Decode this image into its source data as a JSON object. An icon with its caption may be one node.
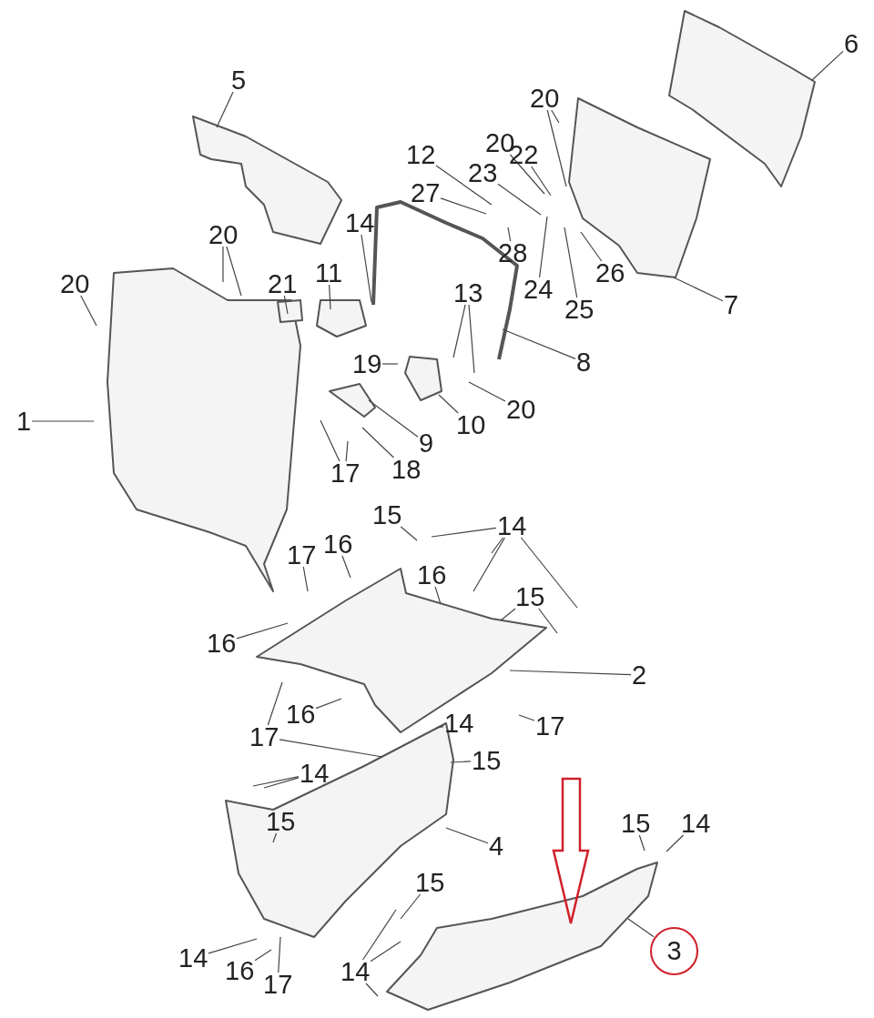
{
  "diagram": {
    "nodes": [
      {
        "text": [
          "5"
        ]
      },
      {
        "text": [
          "6"
        ]
      },
      {
        "text": [
          "20"
        ]
      },
      {
        "text": [
          "20"
        ]
      },
      {
        "text": [
          "22"
        ]
      },
      {
        "text": [
          "12"
        ]
      },
      {
        "text": [
          "23"
        ]
      },
      {
        "text": [
          "27"
        ]
      },
      {
        "text": [
          "14"
        ]
      },
      {
        "text": [
          "20"
        ]
      },
      {
        "text": [
          "28"
        ]
      },
      {
        "text": [
          "24"
        ]
      },
      {
        "text": [
          "26"
        ]
      },
      {
        "text": [
          "25"
        ]
      },
      {
        "text": [
          "7"
        ]
      },
      {
        "text": [
          "20"
        ]
      },
      {
        "text": [
          "21"
        ]
      },
      {
        "text": [
          "11"
        ]
      },
      {
        "text": [
          "13"
        ]
      },
      {
        "text": [
          "8"
        ]
      },
      {
        "text": [
          "19"
        ]
      },
      {
        "text": [
          "20"
        ]
      },
      {
        "text": [
          "1"
        ]
      },
      {
        "text": [
          "10"
        ]
      },
      {
        "text": [
          "9"
        ]
      },
      {
        "text": [
          "17"
        ]
      },
      {
        "text": [
          "18"
        ]
      },
      {
        "text": [
          "15"
        ]
      },
      {
        "text": [
          "14"
        ]
      },
      {
        "text": [
          "17"
        ]
      },
      {
        "text": [
          "16"
        ]
      },
      {
        "text": [
          "16"
        ]
      },
      {
        "text": [
          "15"
        ]
      },
      {
        "text": [
          "16"
        ]
      },
      {
        "text": [
          "2"
        ]
      },
      {
        "text": [
          "16"
        ]
      },
      {
        "text": [
          "17"
        ]
      },
      {
        "text": [
          "17"
        ]
      },
      {
        "text": [
          "14"
        ]
      },
      {
        "text": [
          "15"
        ]
      },
      {
        "text": [
          "14"
        ]
      },
      {
        "text": [
          "15"
        ]
      },
      {
        "text": [
          "4"
        ]
      },
      {
        "text": [
          "15"
        ]
      },
      {
        "text": [
          "14"
        ]
      },
      {
        "text": [
          "15"
        ]
      },
      {
        "text": [
          "3"
        ]
      },
      {
        "text": [
          "14"
        ]
      },
      {
        "text": [
          "16"
        ]
      },
      {
        "text": [
          "17"
        ]
      },
      {
        "text": [
          "14"
        ]
      }
    ],
    "edges": [
      {
        "from": 0,
        "to": null,
        "arrow": "none"
      },
      {
        "from": 1,
        "to": null,
        "arrow": "none"
      },
      {
        "from": 2,
        "to": null,
        "arrow": "none"
      },
      {
        "from": 2,
        "to": null,
        "arrow": "none"
      },
      {
        "from": 3,
        "to": null,
        "arrow": "none"
      },
      {
        "from": 4,
        "to": null,
        "arrow": "none"
      },
      {
        "from": 5,
        "to": null,
        "arrow": "none"
      },
      {
        "from": 6,
        "to": null,
        "arrow": "none"
      },
      {
        "from": 7,
        "to": null,
        "arrow": "none"
      },
      {
        "from": 8,
        "to": null,
        "arrow": "none"
      },
      {
        "from": 9,
        "to": null,
        "arrow": "none"
      },
      {
        "from": 9,
        "to": null,
        "arrow": "none"
      },
      {
        "from": 10,
        "to": null,
        "arrow": "none"
      },
      {
        "from": 11,
        "to": null,
        "arrow": "none"
      },
      {
        "from": 12,
        "to": null,
        "arrow": "none"
      },
      {
        "from": 13,
        "to": null,
        "arrow": "none"
      },
      {
        "from": 14,
        "to": null,
        "arrow": "none"
      },
      {
        "from": 15,
        "to": null,
        "arrow": "none"
      },
      {
        "from": 16,
        "to": null,
        "arrow": "none"
      },
      {
        "from": 17,
        "to": null,
        "arrow": "none"
      },
      {
        "from": 18,
        "to": null,
        "arrow": "none"
      },
      {
        "from": 18,
        "to": null,
        "arrow": "none"
      },
      {
        "from": 19,
        "to": null,
        "arrow": "none"
      },
      {
        "from": 20,
        "to": null,
        "arrow": "none"
      },
      {
        "from": 21,
        "to": null,
        "arrow": "none"
      },
      {
        "from": 22,
        "to": null,
        "arrow": "none"
      },
      {
        "from": 23,
        "to": null,
        "arrow": "none"
      },
      {
        "from": 24,
        "to": null,
        "arrow": "none"
      },
      {
        "from": 25,
        "to": null,
        "arrow": "none"
      },
      {
        "from": 25,
        "to": null,
        "arrow": "none"
      },
      {
        "from": 26,
        "to": null,
        "arrow": "none"
      },
      {
        "from": 27,
        "to": null,
        "arrow": "none"
      },
      {
        "from": 28,
        "to": null,
        "arrow": "none"
      },
      {
        "from": 28,
        "to": null,
        "arrow": "none"
      },
      {
        "from": 28,
        "to": null,
        "arrow": "none"
      },
      {
        "from": 28,
        "to": null,
        "arrow": "none"
      },
      {
        "from": 29,
        "to": null,
        "arrow": "none"
      },
      {
        "from": 30,
        "to": null,
        "arrow": "none"
      },
      {
        "from": 31,
        "to": null,
        "arrow": "none"
      },
      {
        "from": 32,
        "to": null,
        "arrow": "none"
      },
      {
        "from": 32,
        "to": null,
        "arrow": "none"
      },
      {
        "from": 33,
        "to": null,
        "arrow": "none"
      },
      {
        "from": 34,
        "to": null,
        "arrow": "none"
      },
      {
        "from": 35,
        "to": null,
        "arrow": "none"
      },
      {
        "from": 36,
        "to": null,
        "arrow": "none"
      },
      {
        "from": 37,
        "to": null,
        "arrow": "none"
      },
      {
        "from": 37,
        "to": null,
        "arrow": "none"
      },
      {
        "from": 38,
        "to": null,
        "arrow": "none"
      },
      {
        "from": 39,
        "to": null,
        "arrow": "none"
      },
      {
        "from": 40,
        "to": null,
        "arrow": "none"
      },
      {
        "from": 40,
        "to": null,
        "arrow": "none"
      },
      {
        "from": 41,
        "to": null,
        "arrow": "none"
      },
      {
        "from": 42,
        "to": null,
        "arrow": "none"
      },
      {
        "from": 43,
        "to": null,
        "arrow": "none"
      },
      {
        "from": 44,
        "to": null,
        "arrow": "none"
      },
      {
        "from": 45,
        "to": null,
        "arrow": "none"
      },
      {
        "from": 46,
        "to": null,
        "arrow": "none"
      },
      {
        "from": 47,
        "to": null,
        "arrow": "none"
      },
      {
        "from": 48,
        "to": null,
        "arrow": "none"
      },
      {
        "from": 49,
        "to": null,
        "arrow": "none"
      },
      {
        "from": 50,
        "to": null,
        "arrow": "none"
      },
      {
        "from": 50,
        "to": null,
        "arrow": "none"
      },
      {
        "from": 50,
        "to": null,
        "arrow": "none"
      }
    ]
  }
}
